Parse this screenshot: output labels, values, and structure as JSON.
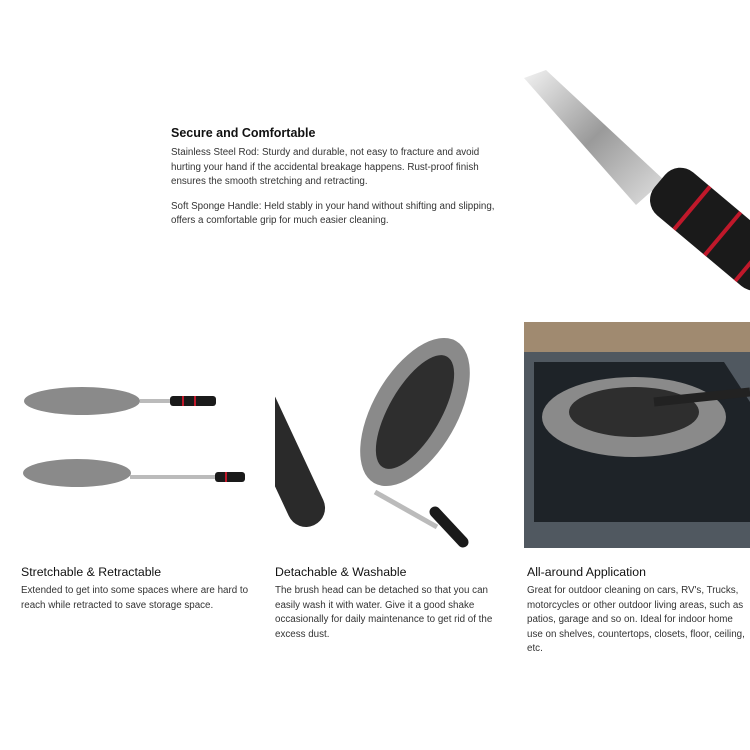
{
  "feature": {
    "title": "Secure and Comfortable",
    "paragraphs": [
      "Stainless Steel Rod: Sturdy and durable, not easy to fracture and avoid hurting your hand if the accidental breakage happens. Rust-proof finish ensures the smooth stretching and retracting.",
      "Soft Sponge Handle: Held stably in your hand without shifting and slipping, offers a comfortable grip for much easier cleaning."
    ]
  },
  "columns": [
    {
      "title": "Stretchable & Retractable",
      "text": "Extended to get into some spaces where are hard to reach while retracted to save storage space."
    },
    {
      "title": "Detachable & Washable",
      "text": "The brush head can be detached so that you can easily wash it with water. Give it a good shake occasionally for daily maintenance to get rid of the excess dust."
    },
    {
      "title": "All-around Application",
      "text": "Great for outdoor cleaning on cars, RV's, Trucks, motorcycles or other outdoor living areas, such as patios, garage and so on. Ideal for indoor home use on shelves, countertops, closets, floor, ceiling, etc."
    }
  ],
  "colors": {
    "handle": "#1a1a1a",
    "handle_stripe": "#c0182a",
    "microfiber": "#8a8a8a",
    "rod": "#c8c8c8"
  }
}
